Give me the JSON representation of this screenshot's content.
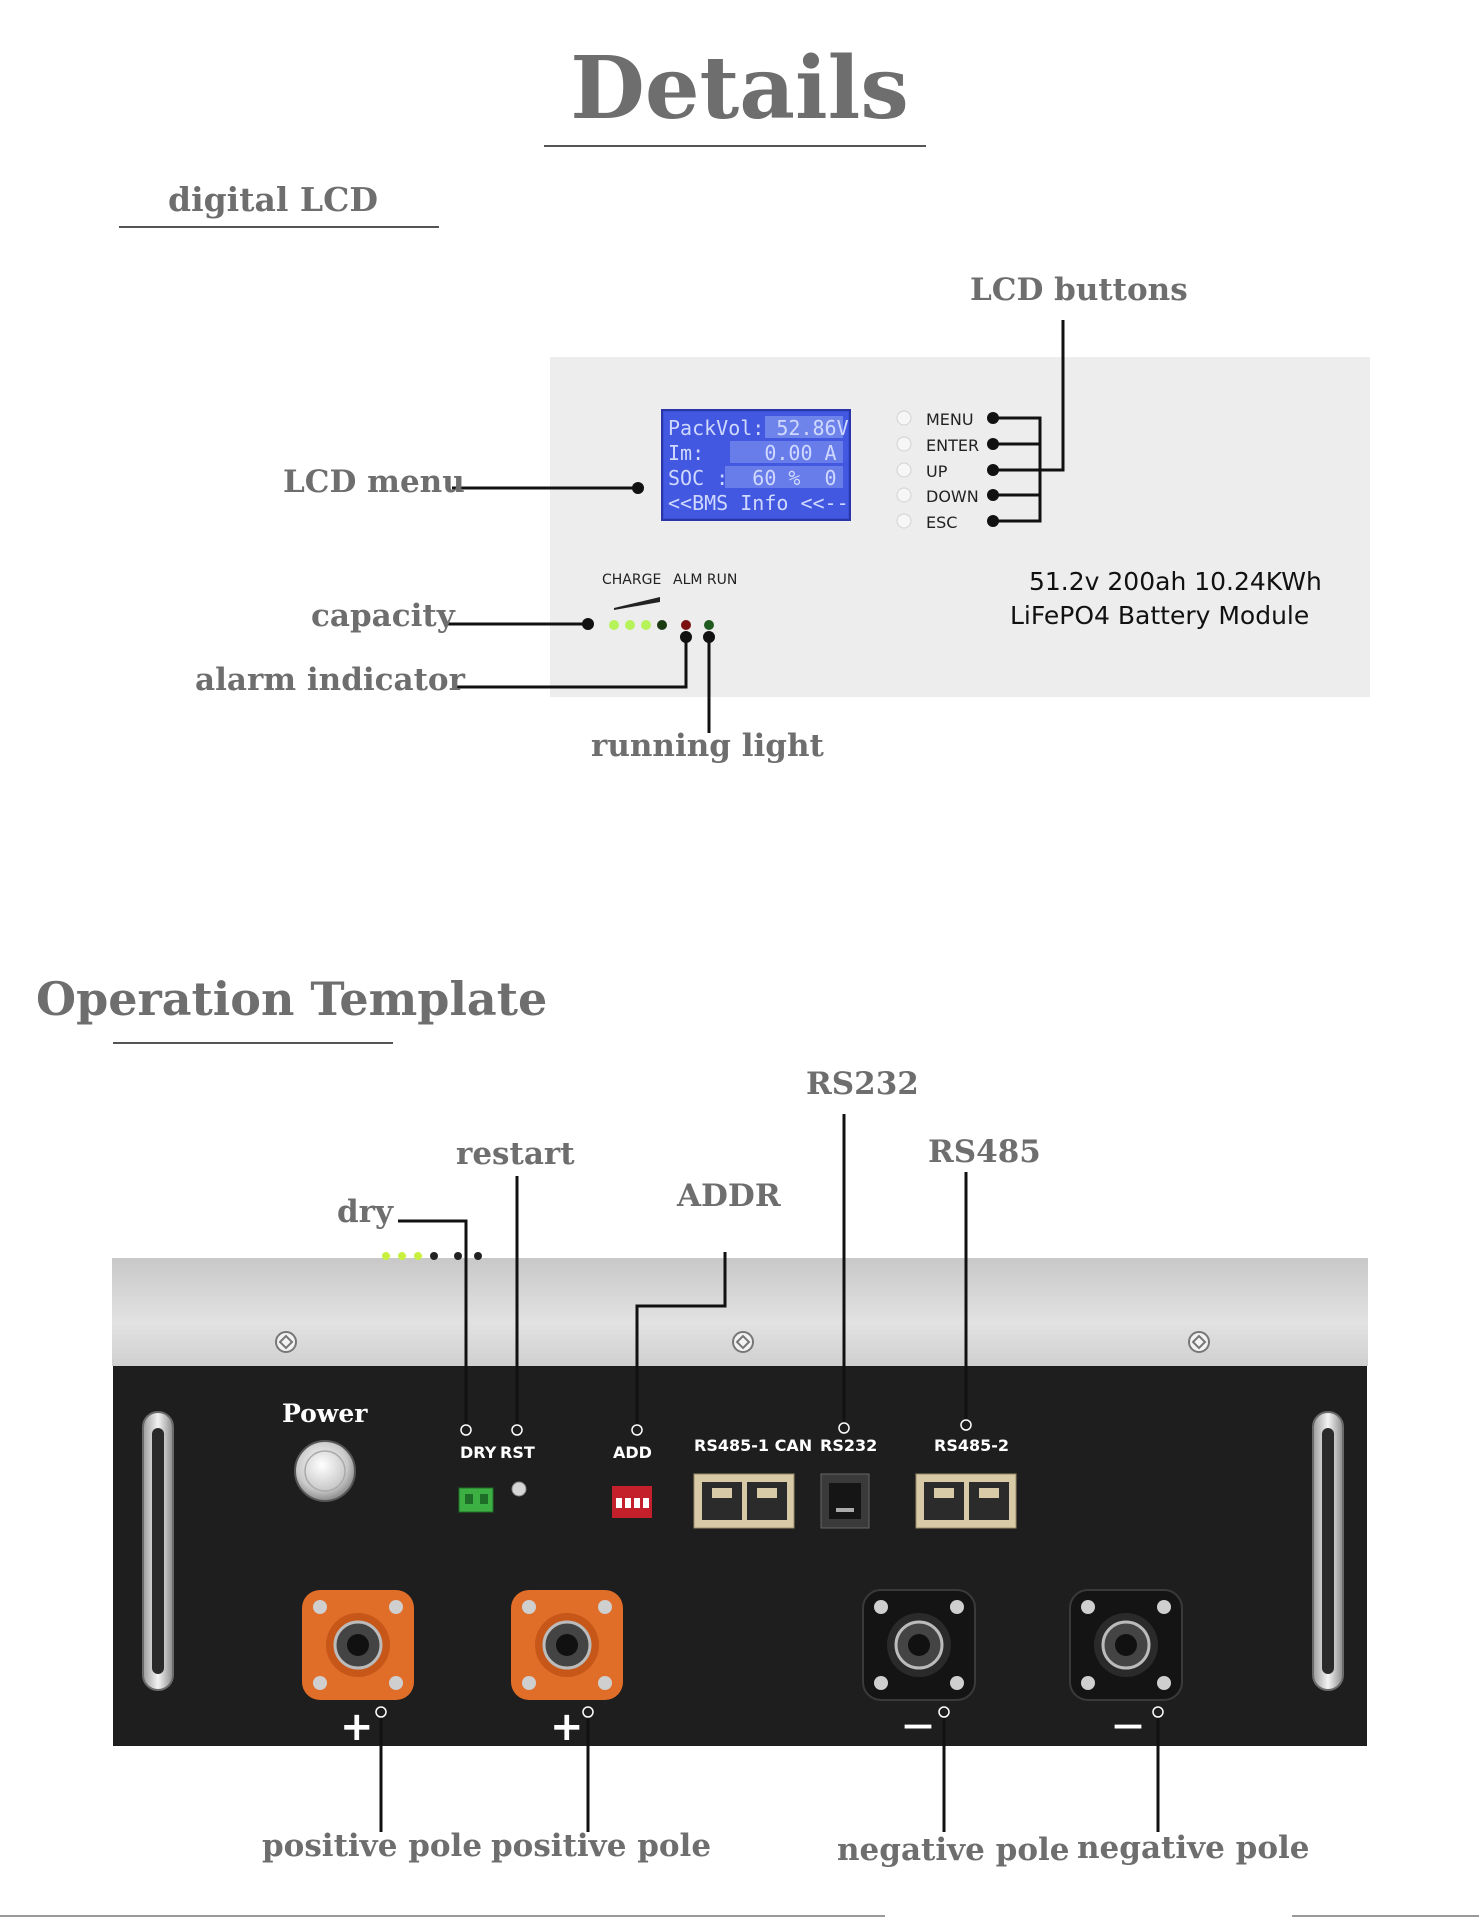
{
  "header": {
    "title": "Details"
  },
  "lcd_section": {
    "title": "digital LCD",
    "callouts": {
      "lcd_buttons": "LCD buttons",
      "lcd_menu": "LCD menu",
      "capacity": "capacity",
      "alarm_indicator": "alarm indicator",
      "running_light": "running light"
    },
    "screen_lines": [
      "PackVol: 52.86V",
      "Im:     0.00 A",
      "SOC :  60 %  0",
      "<<BMS Info <<--"
    ],
    "buttons": [
      "MENU",
      "ENTER",
      "UP",
      "DOWN",
      "ESC"
    ],
    "indicator_labels": {
      "charge": "CHARGE",
      "alm_run": "ALM RUN"
    },
    "product_text": {
      "line1": "51.2v 200ah 10.24KWh",
      "line2": "LiFePO4 Battery Module"
    },
    "colors": {
      "screen_bg": "#3a4fd8",
      "led_green": "#b6f25a",
      "led_alarm": "#7a1010",
      "led_run": "#1f5a1f"
    }
  },
  "operation_section": {
    "title": "Operation Template",
    "callouts": {
      "rs232": "RS232",
      "rs485": "RS485",
      "restart": "restart",
      "addr": "ADDR",
      "dry": "dry",
      "positive_pole_1": "positive pole",
      "positive_pole_2": "positive pole",
      "negative_pole_1": "negative pole",
      "negative_pole_2": "negative pole"
    },
    "panel_labels": {
      "power": "Power",
      "dry": "DRY",
      "rst": "RST",
      "add": "ADD",
      "rs485_1_can": "RS485-1 CAN",
      "rs232": "RS232",
      "rs485_2": "RS485-2"
    },
    "terminal_symbols": {
      "plus": "+",
      "minus": "—"
    },
    "colors": {
      "panel": "#1e1e1e",
      "positive_terminal": "#e06d28",
      "negative_terminal": "#141414",
      "rj45": "#d8caa6"
    }
  }
}
